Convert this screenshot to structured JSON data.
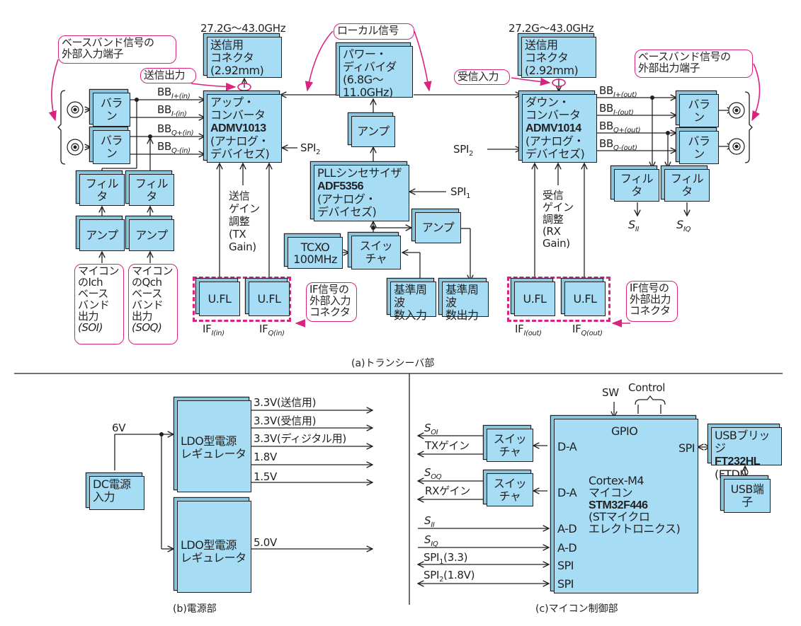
{
  "transceiver": {
    "caption": "(a)トランシーバ部",
    "freq_tx": "27.2G～43.0GHz",
    "freq_rx": "27.2G～43.0GHz",
    "tx_connector": [
      "送信用",
      "コネクタ",
      "(2.92mm)"
    ],
    "rx_connector": [
      "送信用",
      "コネクタ",
      "(2.92mm)"
    ],
    "power_divider": [
      "パワー・",
      "ディバイダ",
      "(6.8G～",
      "11.0GHz)"
    ],
    "amp_lo": "アンプ",
    "pll": {
      "line1": "PLLシンセサイザ",
      "part": "ADF5356",
      "line3": "(アナログ・",
      "line4": "デバイセズ)"
    },
    "amp_ref": "アンプ",
    "tcxo": [
      "TCXO",
      "100MHz"
    ],
    "switcher": "スイッチャ",
    "ref_in": [
      "基準周波",
      "数入力"
    ],
    "ref_out": [
      "基準周波",
      "数出力"
    ],
    "upconv": {
      "line1": "アップ・",
      "line2": "コンバータ",
      "part": "ADMV1013",
      "line4": "(アナログ・",
      "line5": "デバイセズ)"
    },
    "downconv": {
      "line1": "ダウン・",
      "line2": "コンバータ",
      "part": "ADMV1014",
      "line4": "(アナログ・",
      "line5": "デバイセズ)"
    },
    "balun": "バラン",
    "filter": "フィルタ",
    "amp": "アンプ",
    "ufl": "U.FL",
    "tx_gain": [
      "送信",
      "ゲイン",
      "調整",
      "(TX",
      "Gain)"
    ],
    "rx_gain": [
      "受信",
      "ゲイン",
      "調整",
      "(RX",
      "Gain)"
    ],
    "bb_in": [
      {
        "base": "BB",
        "sub": "I+(in)"
      },
      {
        "base": "BB",
        "sub": "I-(in)"
      },
      {
        "base": "BB",
        "sub": "Q+(in)"
      },
      {
        "base": "BB",
        "sub": "Q-(in)"
      }
    ],
    "bb_out": [
      {
        "base": "BB",
        "sub": "I+(out)"
      },
      {
        "base": "BB",
        "sub": "I-(out)"
      },
      {
        "base": "BB",
        "sub": "Q+(out)"
      },
      {
        "base": "BB",
        "sub": "Q-(out)"
      }
    ],
    "if_in": [
      {
        "base": "IF",
        "sub": "I(in)"
      },
      {
        "base": "IF",
        "sub": "Q(in)"
      }
    ],
    "if_out": [
      {
        "base": "IF",
        "sub": "I(out)"
      },
      {
        "base": "IF",
        "sub": "Q(out)"
      }
    ],
    "spi1": {
      "base": "SPI",
      "sub": "1"
    },
    "spi2_tx": {
      "base": "SPI",
      "sub": "2"
    },
    "spi2_rx": {
      "base": "SPI",
      "sub": "2"
    },
    "s_ii": {
      "base": "S",
      "sub": "II"
    },
    "s_iq": {
      "base": "S",
      "sub": "IQ"
    },
    "mcu_i_out": [
      "マイコン",
      "のIch",
      "ベース",
      "バンド",
      "出力",
      "(SOI)"
    ],
    "mcu_q_out": [
      "マイコン",
      "のQch",
      "ベース",
      "バンド",
      "出力",
      "(SOQ)"
    ],
    "callouts": {
      "bb_in_terminal": [
        "ベースバンド信号の",
        "外部入力端子"
      ],
      "bb_out_terminal": [
        "ベースバンド信号の",
        "外部出力端子"
      ],
      "tx_output": "送信出力",
      "rx_input": "受信入力",
      "local_signal": "ローカル信号",
      "if_in_connector": [
        "IF信号の",
        "外部入力",
        "コネクタ"
      ],
      "if_out_connector": [
        "IF信号の",
        "外部出力",
        "コネクタ"
      ]
    }
  },
  "power": {
    "caption": "(b)電源部",
    "dc_input": [
      "DC電源",
      "入力"
    ],
    "input_voltage": "6V",
    "ldo": [
      "LDO型電源",
      "レギュレータ"
    ],
    "outputs_1": [
      "3.3V(送信用)",
      "3.3V(受信用)",
      "3.3V(ディジタル用)",
      "1.8V",
      "1.5V"
    ],
    "outputs_2": [
      "5.0V"
    ]
  },
  "mcu": {
    "caption": "(c)マイコン制御部",
    "sw": "SW",
    "control": "Control",
    "gpio": "GPIO",
    "core": "Cortex-M4",
    "kind": "マイコン",
    "part": "STM32F446",
    "maker1": "(STマイクロ",
    "maker2": "エレクトロニクス)",
    "ports": [
      "D-A",
      "D-A",
      "A-D",
      "A-D",
      "SPI",
      "SPI"
    ],
    "spi_right": "SPI",
    "switcher": "スイッチャ",
    "tx_gain": "TXゲイン",
    "rx_gain": "RXゲイン",
    "s_oi": {
      "base": "S",
      "sub": "OI"
    },
    "s_oq": {
      "base": "S",
      "sub": "OQ"
    },
    "s_ii": {
      "base": "S",
      "sub": "II"
    },
    "s_iq": {
      "base": "S",
      "sub": "IQ"
    },
    "spi1": {
      "base": "SPI",
      "sub": "1",
      "suffix": "(3.3)"
    },
    "spi2": {
      "base": "SPI",
      "sub": "2",
      "suffix": "(1.8V)"
    },
    "usb_bridge": {
      "line1": "USBブリッジ",
      "part": "FT232HL",
      "line3": "(FTDI)"
    },
    "usb_port": "USB端子"
  },
  "colors": {
    "block": "#a6ddf5",
    "callout": "#d9237f",
    "line": "#231f20"
  }
}
